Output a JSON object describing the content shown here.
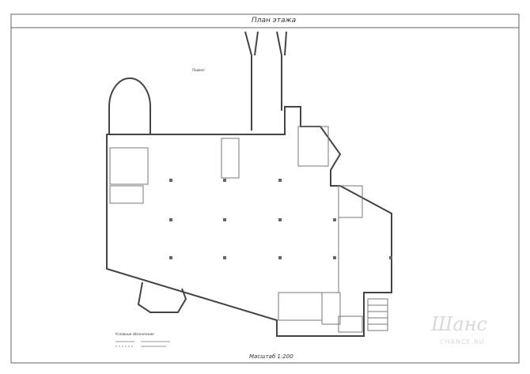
{
  "sheet": {
    "title": "План этажа",
    "scale_label": "Масштаб 1:200",
    "basement_label": "Подвал",
    "legend_title": "Условные обозначения"
  },
  "watermark": {
    "logo_text": "Шанс",
    "site": "CHANCE.RU"
  },
  "colors": {
    "lines": "#555555",
    "walls": "#444444",
    "watermark": "#d8d8d8"
  }
}
